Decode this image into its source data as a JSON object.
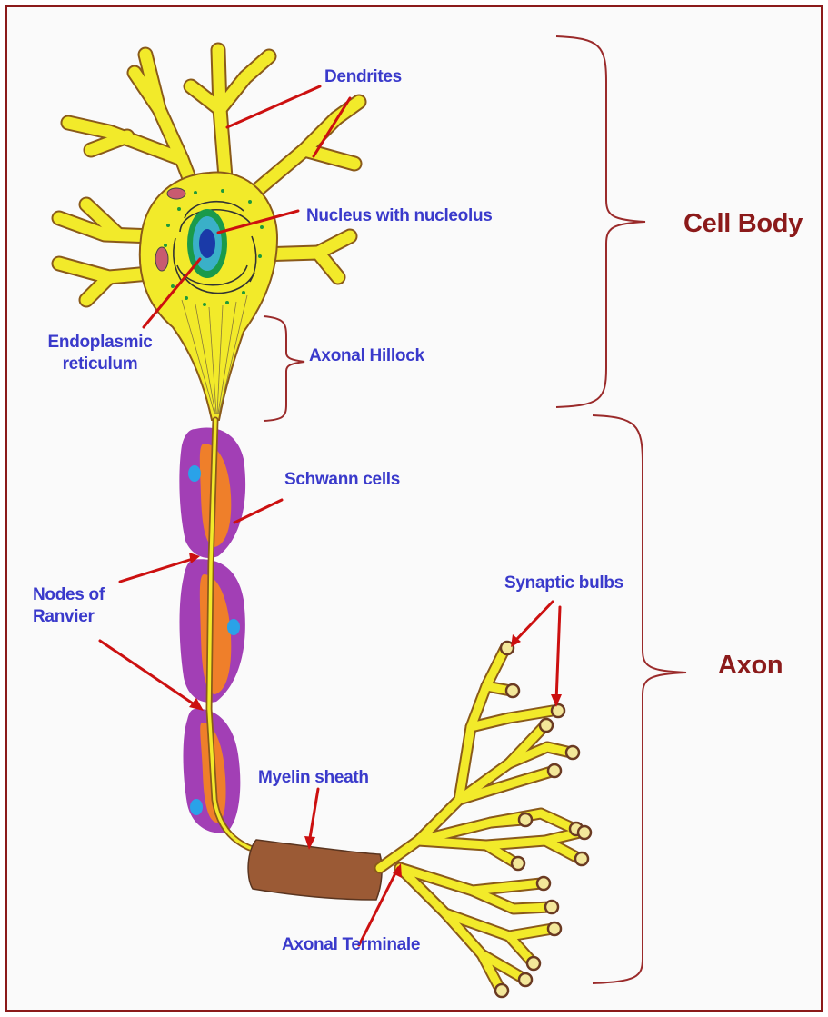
{
  "labels": {
    "dendrites": "Dendrites",
    "nucleus": "Nucleus with nucleolus",
    "er_line1": "Endoplasmic",
    "er_line2": "reticulum",
    "hillock": "Axonal Hillock",
    "schwann": "Schwann cells",
    "nodes_line1": "Nodes of",
    "nodes_line2": "Ranvier",
    "synaptic": "Synaptic bulbs",
    "myelin": "Myelin sheath",
    "terminale": "Axonal Terminale"
  },
  "sections": {
    "cell_body": "Cell Body",
    "axon": "Axon"
  },
  "colors": {
    "label_blue": "#3a3acb",
    "section_red": "#8b1a1a",
    "arrow_red": "#cc1010",
    "neuron_yellow": "#f2ea2a",
    "neuron_outline": "#8a5a1a",
    "schwann_purple": "#a23fb5",
    "schwann_orange": "#ef7f2a",
    "schwann_nucleus_blue": "#2aa2e8",
    "myelin_brown": "#9b5a35",
    "bulb_fill": "#f3e79a"
  }
}
